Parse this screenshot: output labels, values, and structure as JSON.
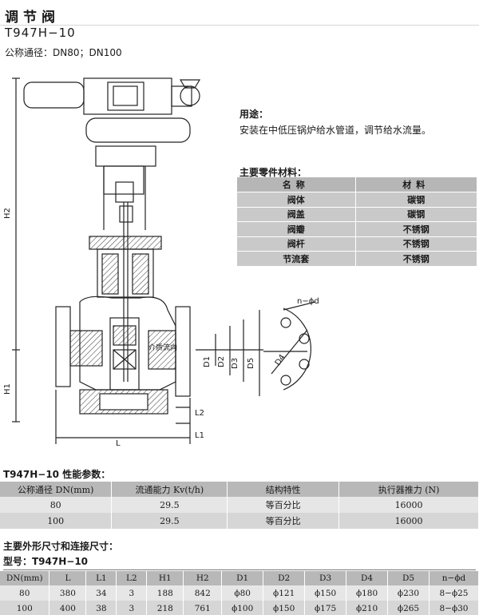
{
  "header": {
    "title": "调节阀",
    "model": "T947H−10",
    "nominal_diameter": "公称通径：DN80；DN100"
  },
  "drawing": {
    "labels": {
      "h2": "H2",
      "h1": "H1",
      "l": "L",
      "l1": "L1",
      "l2": "L2",
      "d1": "D1",
      "d2": "D2",
      "d3": "D3",
      "d5": "D5",
      "d4": "D4",
      "n_phi_d": "n−ϕd",
      "flow": "介质流向"
    }
  },
  "usage": {
    "title": "用途：",
    "text": "安装在中低压锅炉给水管道，调节给水流量。"
  },
  "parts": {
    "title": "主要零件材料：",
    "headers": [
      "名称",
      "材料"
    ],
    "rows": [
      [
        "阀体",
        "碳钢"
      ],
      [
        "阀盖",
        "碳钢"
      ],
      [
        "阀瓣",
        "不锈钢"
      ],
      [
        "阀杆",
        "不锈钢"
      ],
      [
        "节流套",
        "不锈钢"
      ]
    ]
  },
  "performance": {
    "title": "T947H−10 性能参数：",
    "headers": [
      "公称通径 DN(mm)",
      "流通能力 Kv(t/h)",
      "结构特性",
      "执行器推力 (N)"
    ],
    "rows": [
      [
        "80",
        "29.5",
        "等百分比",
        "16000"
      ],
      [
        "100",
        "29.5",
        "等百分比",
        "16000"
      ]
    ]
  },
  "dimensions": {
    "title": "主要外形尺寸和连接尺寸：",
    "model_line": "型号：T947H−10",
    "headers": [
      "DN(mm)",
      "L",
      "L1",
      "L2",
      "H1",
      "H2",
      "D1",
      "D2",
      "D3",
      "D4",
      "D5",
      "n−ϕd"
    ],
    "rows": [
      [
        "80",
        "380",
        "34",
        "3",
        "188",
        "842",
        "ϕ80",
        "ϕ121",
        "ϕ150",
        "ϕ180",
        "ϕ230",
        "8−ϕ25"
      ],
      [
        "100",
        "400",
        "38",
        "3",
        "218",
        "761",
        "ϕ100",
        "ϕ150",
        "ϕ175",
        "ϕ210",
        "ϕ265",
        "8−ϕ30"
      ]
    ]
  },
  "colors": {
    "table_header": "#b8b8b8",
    "row_light": "#e6e6e6",
    "row_dark": "#d6d6d6",
    "parts_bg": "#c9c9c9"
  }
}
